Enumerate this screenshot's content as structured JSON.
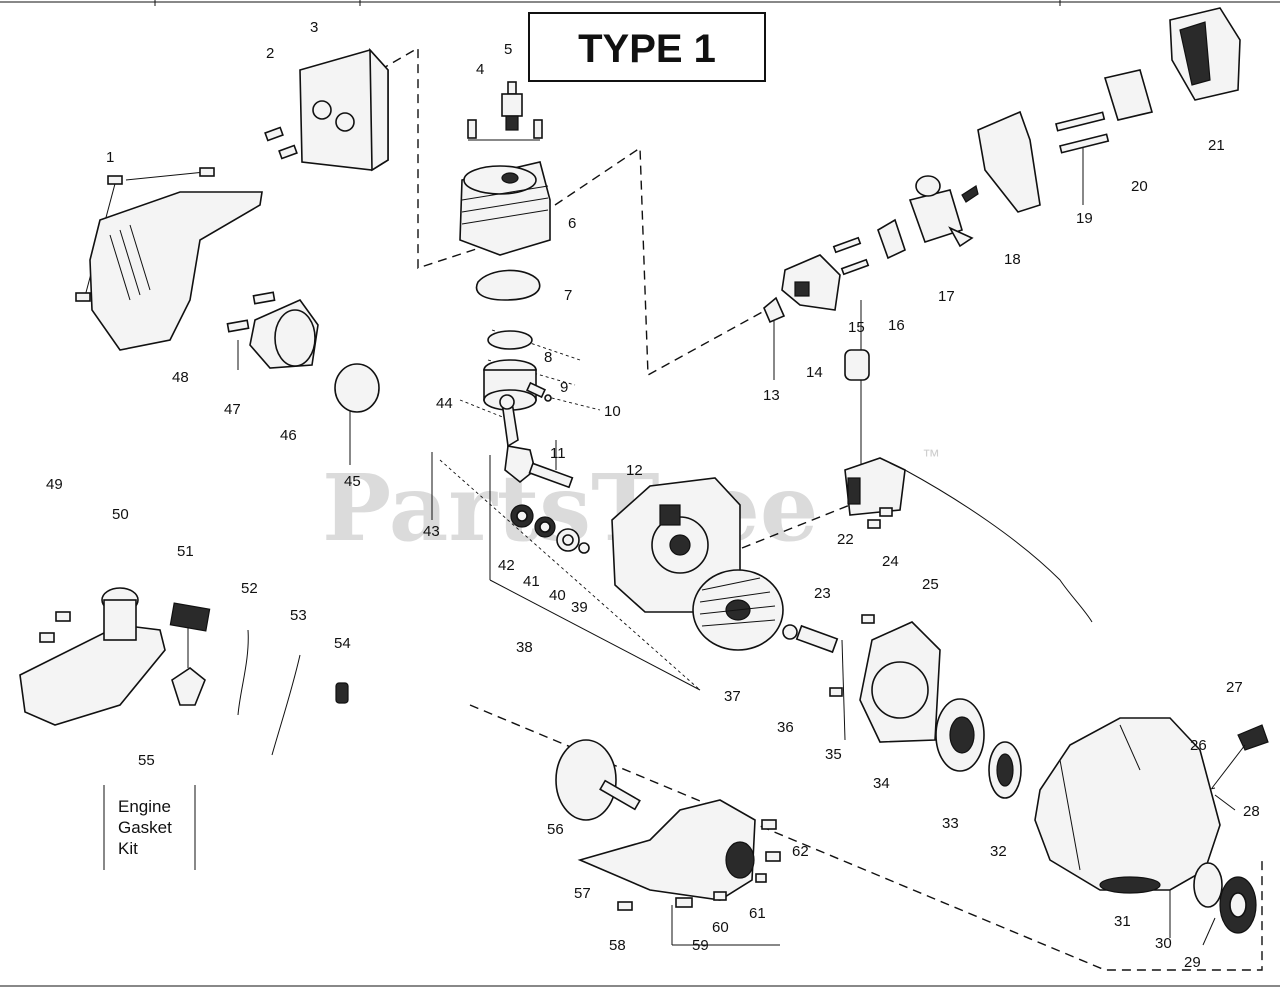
{
  "header": {
    "type_label": "TYPE 1"
  },
  "watermark": {
    "brand": "PartsTree",
    "trademark": "™"
  },
  "kit_label": {
    "number": "55",
    "lines": [
      "Engine",
      "Gasket",
      "Kit"
    ]
  },
  "callouts": [
    "1",
    "2",
    "3",
    "4",
    "5",
    "6",
    "7",
    "8",
    "9",
    "10",
    "11",
    "12",
    "13",
    "14",
    "15",
    "16",
    "17",
    "18",
    "19",
    "20",
    "21",
    "22",
    "23",
    "24",
    "25",
    "26",
    "27",
    "28",
    "29",
    "30",
    "31",
    "32",
    "33",
    "34",
    "35",
    "36",
    "37",
    "38",
    "39",
    "40",
    "41",
    "42",
    "43",
    "44",
    "45",
    "46",
    "47",
    "48",
    "49",
    "50",
    "51",
    "52",
    "53",
    "54",
    "56",
    "57",
    "58",
    "59",
    "60",
    "61",
    "62"
  ]
}
